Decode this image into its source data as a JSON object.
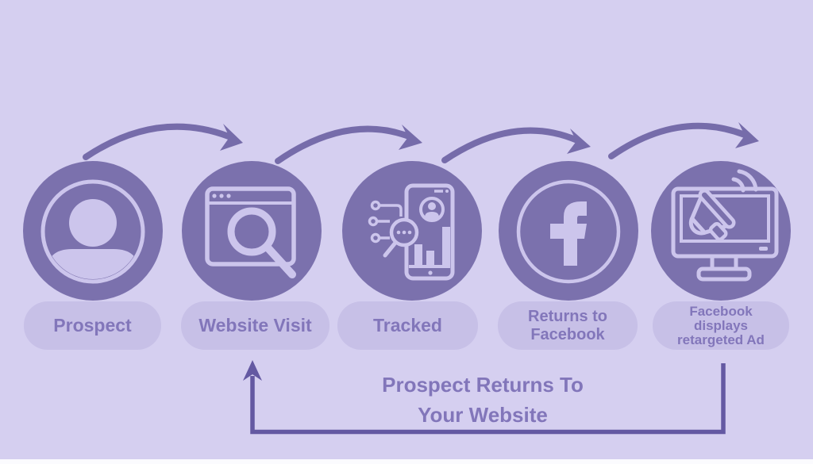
{
  "colors": {
    "bg": "#d5cff0",
    "circle": "#7b71ad",
    "light": "#ccc5ec",
    "pill": "#c7c0e7",
    "pill_text": "#8276ba",
    "arrow": "#766caa",
    "ret": "#6459a2",
    "strip": "#fbfbfe"
  },
  "diagram": {
    "title_hidden": "",
    "steps": [
      {
        "label": "Prospect",
        "icon": "user-icon"
      },
      {
        "label": "Website Visit",
        "icon": "browser-search-icon"
      },
      {
        "label": "Tracked",
        "icon": "phone-analytics-icon"
      },
      {
        "label": "Returns to\nFacebook",
        "icon": "facebook-icon"
      },
      {
        "label": "Facebook\ndisplays\nretargeted Ad",
        "icon": "retargeted-ad-icon"
      }
    ],
    "return_flow": {
      "label": "Prospect Returns To\nYour Website"
    }
  }
}
